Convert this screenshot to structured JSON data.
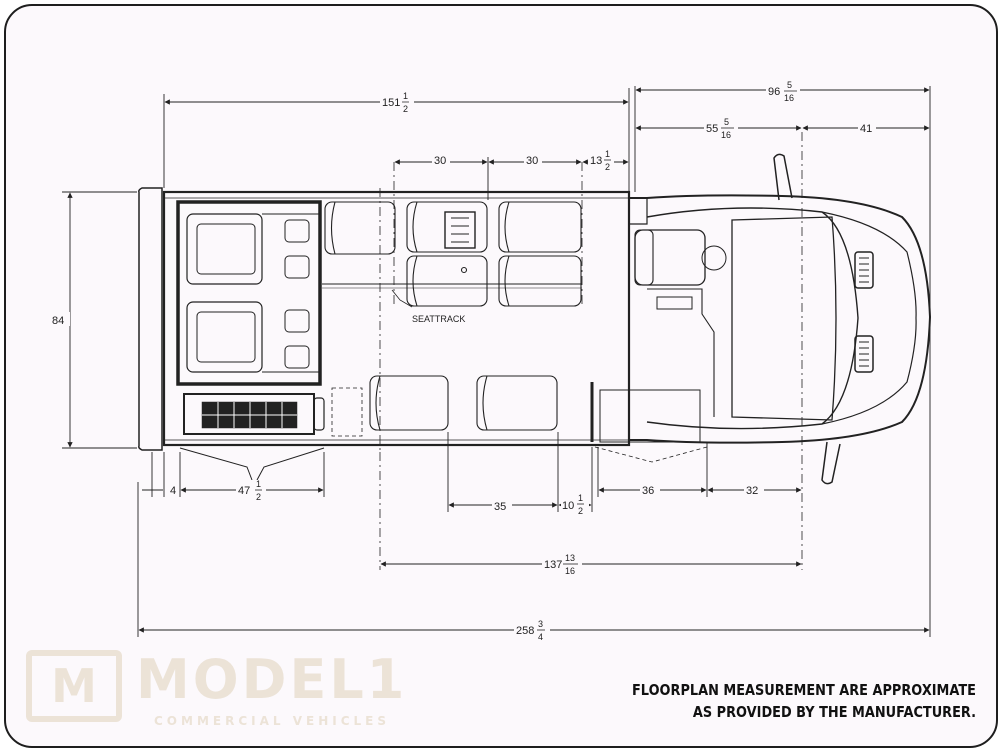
{
  "diagram": {
    "type": "vehicle-floorplan",
    "dimensions": {
      "overall_top": {
        "whole": "151",
        "num": "1",
        "den": "2"
      },
      "cab_total": {
        "whole": "96",
        "num": "5",
        "den": "16"
      },
      "cab_left": {
        "whole": "55",
        "num": "5",
        "den": "16"
      },
      "cab_right": {
        "whole": "41"
      },
      "seat_spacing_1": {
        "whole": "30"
      },
      "seat_spacing_2": {
        "whole": "30"
      },
      "seat_gap_top": {
        "whole": "13",
        "num": "1",
        "den": "2"
      },
      "height": {
        "whole": "84"
      },
      "rear_left": {
        "whole": "4"
      },
      "lift_width": {
        "whole": "47",
        "num": "1",
        "den": "2"
      },
      "seat_bottom": {
        "whole": "35"
      },
      "door_gap": {
        "whole": "10",
        "num": "1",
        "den": "2"
      },
      "door_width": {
        "whole": "36"
      },
      "cab_bottom": {
        "whole": "32"
      },
      "wheelbase": {
        "whole": "137",
        "num": "13",
        "den": "16"
      },
      "overall_length": {
        "whole": "258",
        "num": "3",
        "den": "4"
      }
    },
    "labels": {
      "seattrack": "SEATTRACK"
    }
  },
  "brand": {
    "logo_mark": "M",
    "name": "MODEL1",
    "tagline": "COMMERCIAL VEHICLES"
  },
  "disclaimer": {
    "line1": "FLOORPLAN MEASUREMENT ARE APPROXIMATE",
    "line2": "AS PROVIDED BY THE MANUFACTURER."
  },
  "colors": {
    "frame": "#1e1e1e",
    "background": "#fcf9fc",
    "logo": "#ece3d7",
    "line": "#222222"
  }
}
